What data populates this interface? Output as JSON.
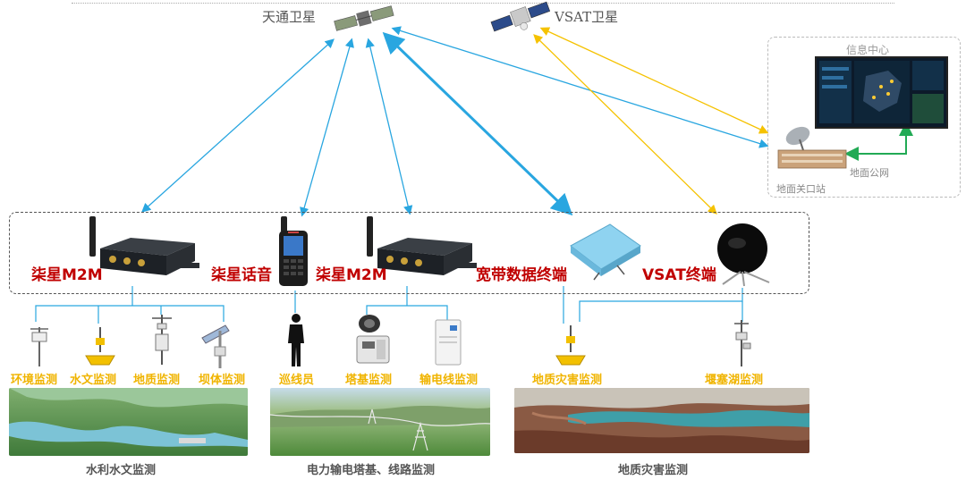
{
  "satellites": {
    "tiantong": "天通卫星",
    "vsat": "VSAT卫星"
  },
  "terminals": {
    "m2m_1": "柒星M2M",
    "voice": "柒星话音",
    "m2m_2": "柒星M2M",
    "broadband": "宽带数据终端",
    "vsat": "VSAT终端"
  },
  "info_center": {
    "title": "信息中心",
    "gateway": "地面关口站",
    "network": "地面公网"
  },
  "sensors": {
    "env": "环境监测",
    "hydro": "水文监测",
    "geo": "地质监测",
    "dam": "坝体监测",
    "patrol": "巡线员",
    "tower": "塔基监测",
    "line": "输电线监测",
    "disaster": "地质灾害监测",
    "lake": "堰塞湖监测"
  },
  "scenes": {
    "water": "水利水文监测",
    "power": "电力输电塔基、线路监测",
    "geo": "地质灾害监测"
  },
  "colors": {
    "tiantong_link": "#29a6e0",
    "vsat_link": "#f5c200",
    "device_label": "#c00000",
    "sensor_label": "#f0b400",
    "network_link": "#22aa55"
  }
}
